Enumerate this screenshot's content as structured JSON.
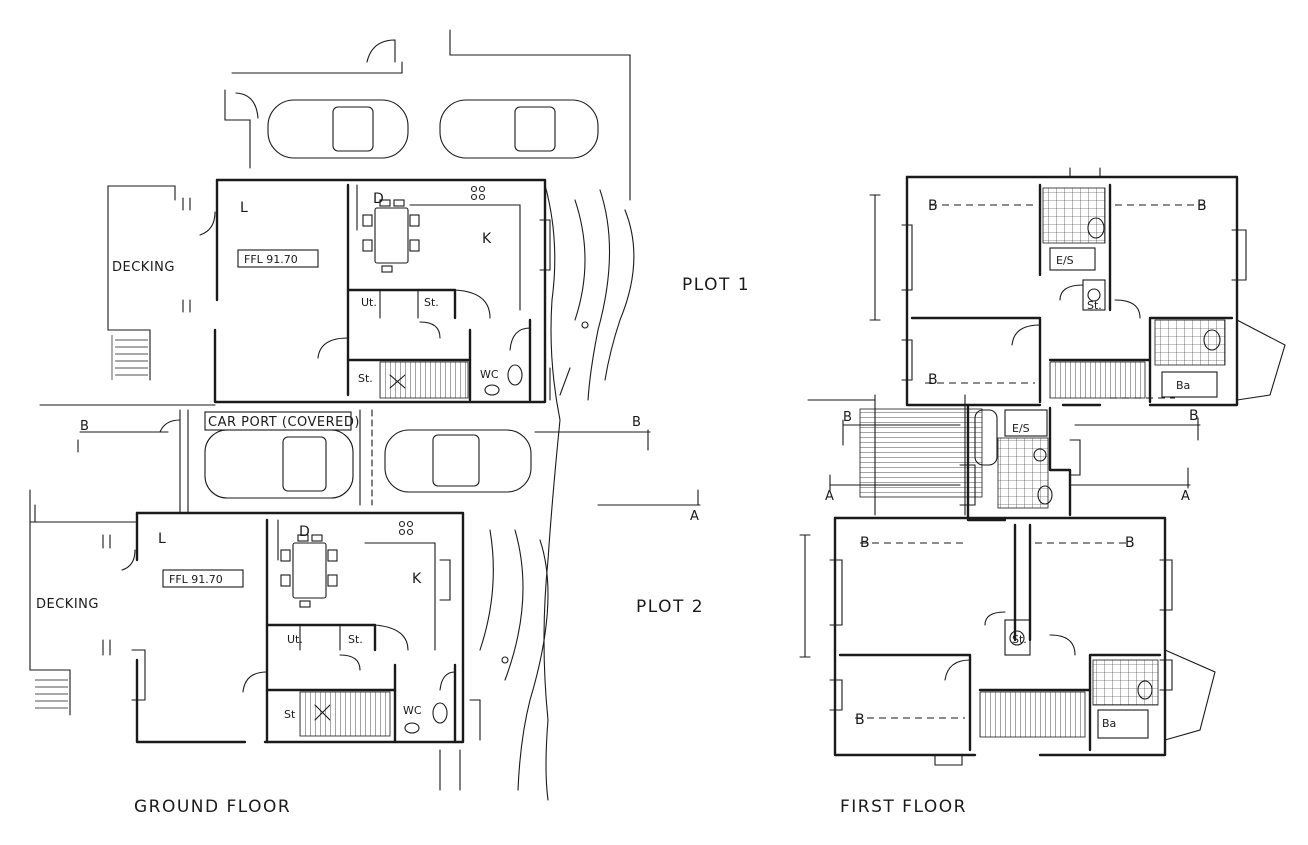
{
  "drawing": {
    "ground_floor_title": "GROUND FLOOR",
    "first_floor_title": "FIRST FLOOR",
    "plot1_label": "PLOT 1",
    "plot2_label": "PLOT 2",
    "car_port_label": "CAR PORT (COVERED)",
    "section_a": "A",
    "section_b": "B"
  },
  "ground_floor": {
    "plot1": {
      "decking": "DECKING",
      "lounge": "L",
      "dining": "D",
      "kitchen": "K",
      "utility": "Ut.",
      "store_a": "St.",
      "store_b": "St.",
      "wc": "WC",
      "ffl": "FFL 91.70"
    },
    "plot2": {
      "decking": "DECKING",
      "lounge": "L",
      "dining": "D",
      "kitchen": "K",
      "utility": "Ut.",
      "store_a": "St.",
      "store_b": "St",
      "wc": "WC",
      "ffl": "FFL 91.70"
    }
  },
  "first_floor": {
    "plot1": {
      "bedroom": "B",
      "ensuite": "E/S",
      "store": "St.",
      "bathroom": "Ba"
    },
    "plot2": {
      "bedroom": "B",
      "ensuite": "E/S",
      "store": "St.",
      "bathroom": "Ba"
    }
  }
}
